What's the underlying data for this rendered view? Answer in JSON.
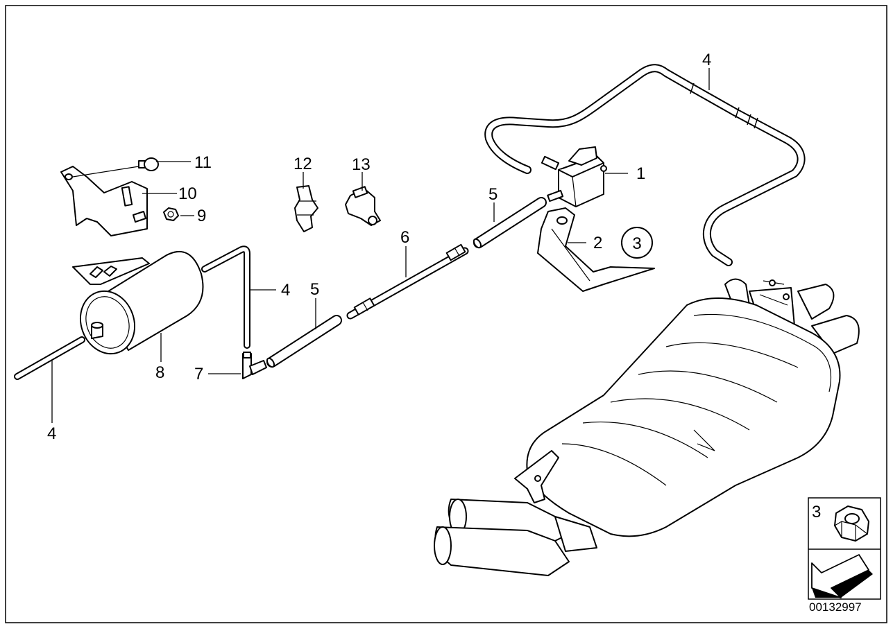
{
  "diagram_number": "00132997",
  "callouts": {
    "p1": "1",
    "p2": "2",
    "p4a": "4",
    "p4b": "4",
    "p4c": "4",
    "p5a": "5",
    "p5b": "5",
    "p6": "6",
    "p7": "7",
    "p8": "8",
    "p9": "9",
    "p10": "10",
    "p11": "11",
    "p12": "12",
    "p13": "13"
  },
  "circled_ref": "3",
  "legend": {
    "nut_label": "3"
  },
  "icons": [
    "hex-nut-icon",
    "arrow-left-icon"
  ]
}
